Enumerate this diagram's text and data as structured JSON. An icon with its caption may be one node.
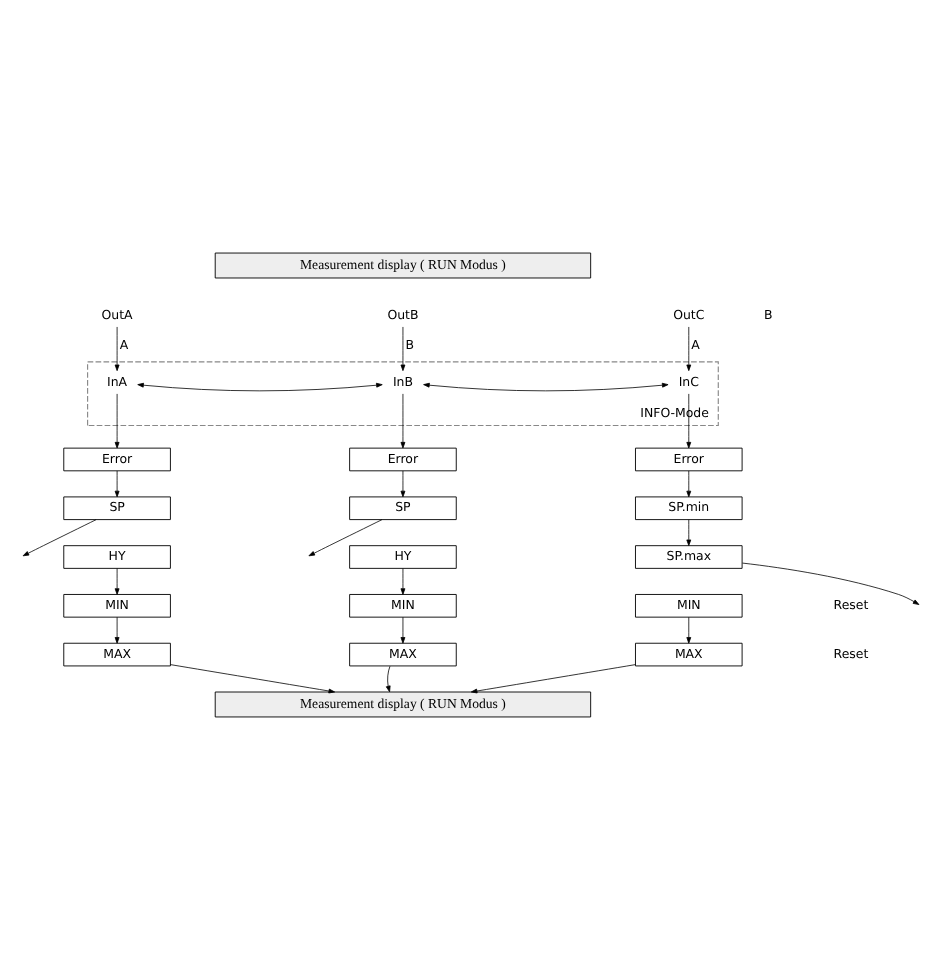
{
  "diagram": {
    "nodes": [
      {
        "text": [
          "Measurement display ( RUN Modus )"
        ]
      },
      {
        "text": [
          "OutA"
        ]
      },
      {
        "text": [
          "OutB"
        ]
      },
      {
        "text": [
          "OutC"
        ]
      },
      {
        "text": [
          "INFO-Mode"
        ]
      },
      {
        "text": [
          "InA"
        ],
        "in": 4
      },
      {
        "text": [
          "InB"
        ],
        "in": 4
      },
      {
        "text": [
          "InC"
        ],
        "in": 4
      },
      {
        "text": [
          "Error"
        ]
      },
      {
        "text": [
          "Error"
        ]
      },
      {
        "text": [
          "Error"
        ]
      },
      {
        "text": [
          "SP"
        ]
      },
      {
        "text": [
          "SP"
        ]
      },
      {
        "text": [
          "SP.min"
        ]
      },
      {
        "text": [
          "SP.max"
        ]
      },
      {
        "text": [
          "HY"
        ]
      },
      {
        "text": [
          "HY"
        ]
      },
      {
        "text": [
          "MIN"
        ]
      },
      {
        "text": [
          "MIN"
        ]
      },
      {
        "text": [
          "MIN"
        ]
      },
      {
        "text": [
          "MAX"
        ]
      },
      {
        "text": [
          "MAX"
        ]
      },
      {
        "text": [
          "MAX"
        ]
      },
      {
        "text": [
          "Measurement display ( RUN Modus )"
        ]
      }
    ],
    "edges": [
      {
        "from": 1,
        "to": 5,
        "arrow": "to",
        "label": "A"
      },
      {
        "from": 2,
        "to": 6,
        "arrow": "to",
        "label": "B"
      },
      {
        "from": 3,
        "to": 7,
        "arrow": "to",
        "label": "A"
      },
      {
        "from": 5,
        "to": 6,
        "arrow": "both"
      },
      {
        "from": 6,
        "to": 7,
        "arrow": "both"
      },
      {
        "from": 5,
        "to": 8,
        "arrow": "to"
      },
      {
        "from": 6,
        "to": 9,
        "arrow": "to"
      },
      {
        "from": 7,
        "to": 10,
        "arrow": "to"
      },
      {
        "from": 8,
        "to": 11,
        "arrow": "to"
      },
      {
        "from": 9,
        "to": 12,
        "arrow": "to"
      },
      {
        "from": 10,
        "to": 13,
        "arrow": "to"
      },
      {
        "from": 13,
        "to": 14,
        "arrow": "to"
      },
      {
        "from": 11,
        "to": null,
        "arrow": "to"
      },
      {
        "from": 12,
        "to": null,
        "arrow": "to"
      },
      {
        "from": 14,
        "to": null,
        "arrow": "to"
      },
      {
        "from": 15,
        "to": 17,
        "arrow": "to"
      },
      {
        "from": 16,
        "to": 18,
        "arrow": "to"
      },
      {
        "from": 17,
        "to": 20,
        "arrow": "to"
      },
      {
        "from": 18,
        "to": 21,
        "arrow": "to"
      },
      {
        "from": 19,
        "to": 22,
        "arrow": "to"
      },
      {
        "from": 20,
        "to": 23,
        "arrow": "to"
      },
      {
        "from": 21,
        "to": 23,
        "arrow": "to"
      },
      {
        "from": 22,
        "to": 23,
        "arrow": "to"
      }
    ],
    "labels": [
      "B",
      "Reset",
      "Reset"
    ]
  }
}
